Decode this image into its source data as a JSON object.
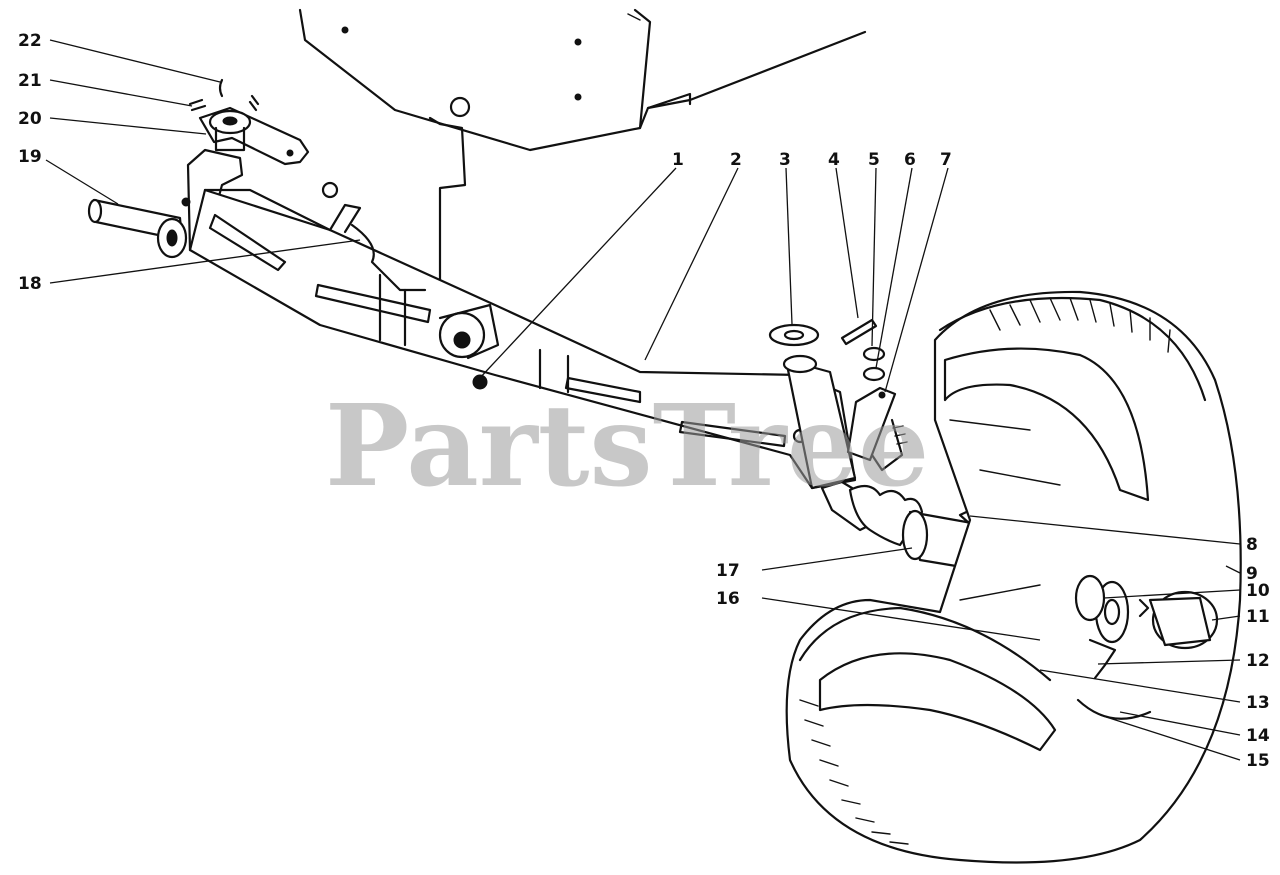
{
  "watermark": {
    "text": "PartsTree",
    "color": "#9a9a9a"
  },
  "callouts": [
    {
      "id": "22",
      "label": "22"
    },
    {
      "id": "21",
      "label": "21"
    },
    {
      "id": "20",
      "label": "20"
    },
    {
      "id": "19",
      "label": "19"
    },
    {
      "id": "18",
      "label": "18"
    },
    {
      "id": "1",
      "label": "1"
    },
    {
      "id": "2",
      "label": "2"
    },
    {
      "id": "3",
      "label": "3"
    },
    {
      "id": "4",
      "label": "4"
    },
    {
      "id": "5",
      "label": "5"
    },
    {
      "id": "6",
      "label": "6"
    },
    {
      "id": "7",
      "label": "7"
    },
    {
      "id": "8",
      "label": "8"
    },
    {
      "id": "9",
      "label": "9"
    },
    {
      "id": "10",
      "label": "10"
    },
    {
      "id": "11",
      "label": "11"
    },
    {
      "id": "12",
      "label": "12"
    },
    {
      "id": "13",
      "label": "13"
    },
    {
      "id": "14",
      "label": "14"
    },
    {
      "id": "15",
      "label": "15"
    },
    {
      "id": "16",
      "label": "16"
    },
    {
      "id": "17",
      "label": "17"
    }
  ]
}
